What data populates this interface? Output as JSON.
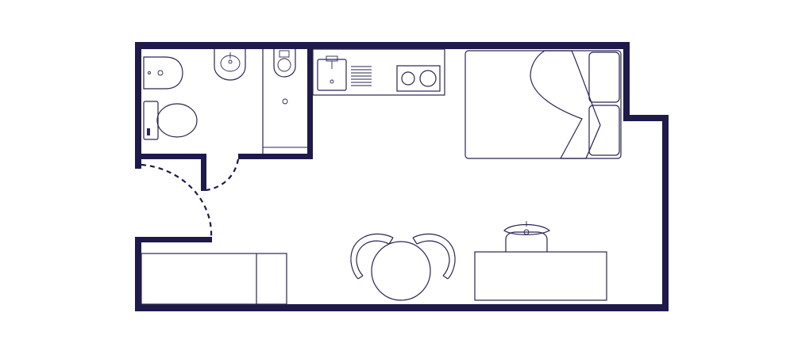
{
  "floor_plan": {
    "colors": {
      "wall": "#1e1a4a",
      "line": "#2a2650",
      "background": "#ffffff"
    },
    "fixtures": [
      "bidet",
      "toilet",
      "washbasin",
      "shower",
      "kitchen-sink",
      "drainboard",
      "hob",
      "double-bed",
      "sofa",
      "dining-table",
      "dining-chair",
      "dining-chair",
      "desk",
      "desk-chair",
      "entrance-door",
      "bathroom-door"
    ]
  }
}
